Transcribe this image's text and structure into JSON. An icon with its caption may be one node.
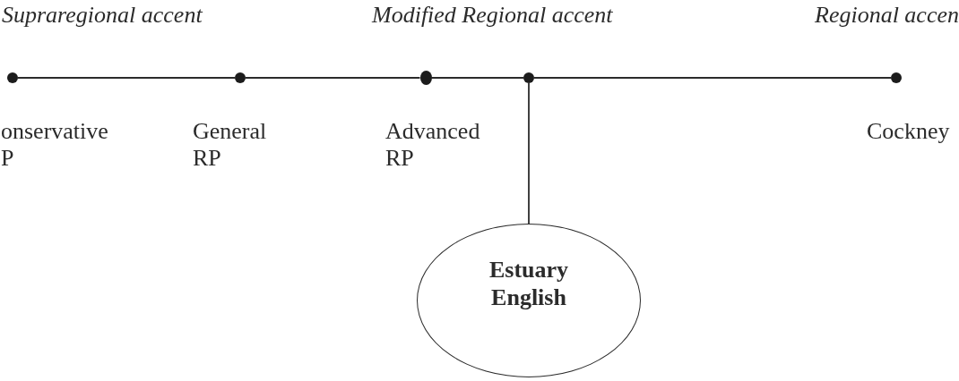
{
  "diagram": {
    "nodes": [
      {
        "text": [],
        "shape": "circle",
        "beside": [
          "onservative P"
        ]
      },
      {
        "text": [],
        "shape": "circle",
        "beside": [
          "General RP"
        ]
      },
      {
        "text": [],
        "shape": "circle",
        "beside": [
          "Advanced RP"
        ]
      },
      {
        "text": [],
        "shape": "circle"
      },
      {
        "text": [],
        "shape": "circle",
        "beside": [
          "Cockney"
        ]
      },
      {
        "text": [
          "Estuary English"
        ]
      }
    ],
    "edges": [
      {
        "from": 0,
        "to": 1,
        "arrow": "none"
      },
      {
        "from": 1,
        "to": 2,
        "arrow": "none"
      },
      {
        "from": 2,
        "to": 3,
        "arrow": "none"
      },
      {
        "from": 3,
        "to": 4,
        "arrow": "none"
      },
      {
        "from": 3,
        "to": 5,
        "arrow": "none"
      }
    ],
    "labels": [
      "Supraregional accent",
      "Modified Regional accent",
      "Regional accen"
    ]
  }
}
